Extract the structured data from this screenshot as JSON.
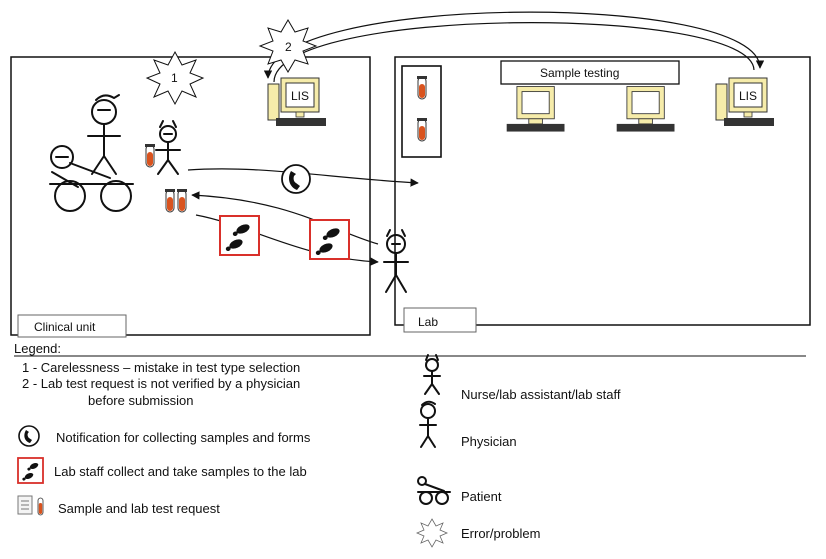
{
  "areas": {
    "clinical_unit": "Clinical unit",
    "lab": "Lab",
    "sample_testing": "Sample testing"
  },
  "computers": {
    "lis_label": "LIS"
  },
  "errors": {
    "error_1": "1",
    "error_2": "2"
  },
  "legend": {
    "title": "Legend:",
    "item_1": "1 - Carelessness – mistake in test type selection",
    "item_2_line1": "2 - Lab test request is not verified by a physician",
    "item_2_line2": "before submission",
    "notification": "Notification for collecting samples and forms",
    "collect": "Lab staff collect and take samples to the lab",
    "sample_request": "Sample and lab test request",
    "nurse": "Nurse/lab assistant/lab staff",
    "physician": "Physician",
    "patient": "Patient",
    "error": "Error/problem"
  },
  "colors": {
    "tube": "#d9531e",
    "footprint_border": "#d9302a",
    "monitor": "#f6ecaa"
  },
  "icons": [
    "phone-icon",
    "footprints-icon",
    "test-tube-icon",
    "computer-icon",
    "error-star-icon",
    "document-icon"
  ]
}
